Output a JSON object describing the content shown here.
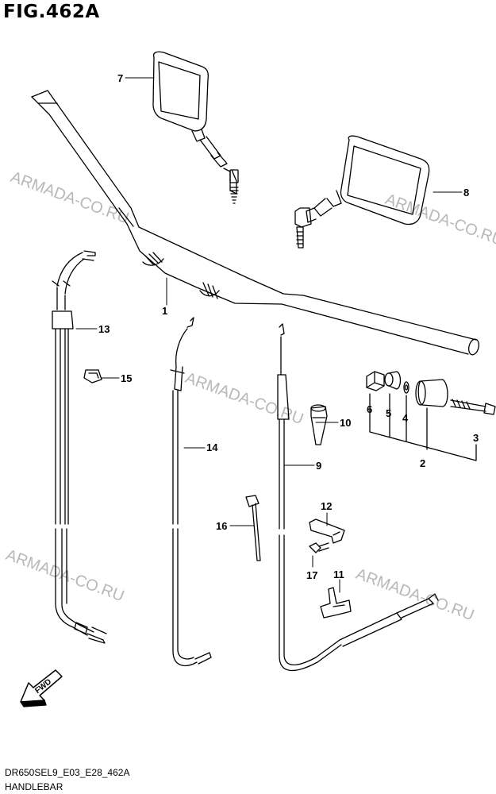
{
  "figure": {
    "title": "FIG.462A"
  },
  "footer": {
    "code": "DR650SEL9_E03_E28_462A",
    "name": "HANDLEBAR"
  },
  "watermark": "ARMADA-CO.RU",
  "fwd_label": "FWD",
  "callouts": {
    "c1": "1",
    "c2": "2",
    "c3": "3",
    "c4": "4",
    "c5": "5",
    "c6": "6",
    "c7": "7",
    "c8": "8",
    "c9": "9",
    "c10": "10",
    "c11": "11",
    "c12": "12",
    "c13": "13",
    "c14": "14",
    "c15": "15",
    "c16": "16",
    "c17": "17"
  },
  "colors": {
    "line": "#000000",
    "watermark": "#b8b8b8"
  }
}
